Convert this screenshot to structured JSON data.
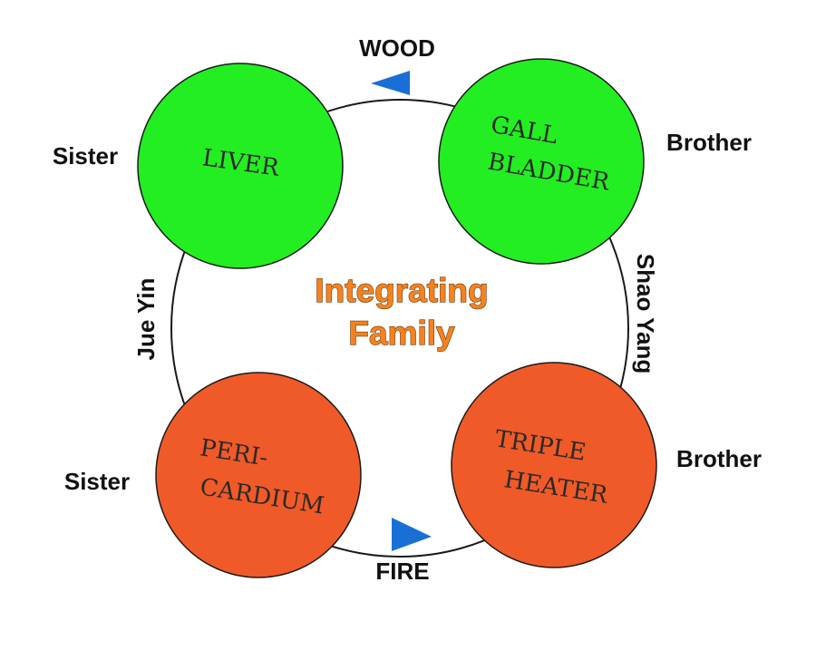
{
  "center": {
    "line1": "Integrating",
    "line2": "Family",
    "color": "#f58220"
  },
  "organs": {
    "liver": {
      "label": "LIVER",
      "color": "#22ee22"
    },
    "gall_bladder": {
      "line1": "GALL",
      "line2": "BLADDER",
      "color": "#22ee22"
    },
    "pericardium": {
      "line1": "PERI-",
      "line2": "CARDIUM",
      "color": "#f05a28"
    },
    "triple_heater": {
      "line1": "TRIPLE",
      "line2": "HEATER",
      "color": "#f05a28"
    }
  },
  "relations": {
    "liver": "Sister",
    "gall_bladder": "Brother",
    "pericardium": "Sister",
    "triple_heater": "Brother"
  },
  "elements": {
    "top": "WOOD",
    "bottom": "FIRE"
  },
  "channels": {
    "left": "Jue Yin",
    "right": "Shao Yang"
  },
  "arrow_color": "#1a6fd6"
}
